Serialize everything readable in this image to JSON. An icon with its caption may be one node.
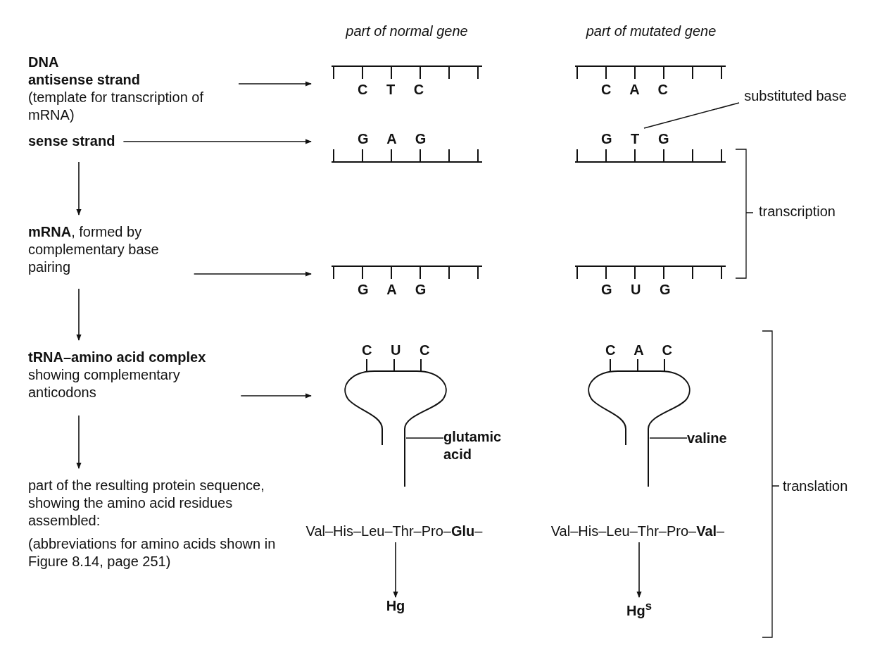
{
  "diagram": {
    "nodes": [
      {
        "text": [
          "DNA",
          "antisense strand",
          "(template for transcription of mRNA)"
        ]
      },
      {
        "text": [
          "sense strand"
        ]
      },
      {
        "text": [
          "**mRNA**, formed by complementary base pairing"
        ]
      },
      {
        "text": [
          "tRNA–amino acid complex",
          "showing complementary anticodons"
        ]
      },
      {
        "text": [
          "part of the resulting protein sequence, showing the amino acid residues assembled:",
          "(abbreviations for amino acids shown in Figure 8.14, page 251)"
        ]
      },
      {
        "text": [
          "C T C"
        ]
      },
      {
        "text": [
          "C A C"
        ]
      },
      {
        "text": [
          "G A G"
        ]
      },
      {
        "text": [
          "G T G"
        ]
      },
      {
        "text": [
          "G A G"
        ]
      },
      {
        "text": [
          "G U G"
        ]
      },
      {
        "text": [
          "C U C"
        ]
      },
      {
        "text": [
          "C A C"
        ]
      },
      {
        "text": [
          "Val–His–Leu–Thr–Pro–**Glu**–"
        ]
      },
      {
        "text": [
          "Val–His–Leu–Thr–Pro–**Val**–"
        ]
      },
      {
        "text": [
          "Hg"
        ]
      },
      {
        "text": [
          "Hg$^{s}$"
        ]
      },
      {
        "text": [
          "glutamic acid"
        ]
      },
      {
        "text": [
          "valine"
        ]
      },
      {
        "text": [
          "substituted base"
        ]
      }
    ],
    "edges": [
      {
        "from": 0,
        "to": 5,
        "arrow": "to"
      },
      {
        "from": 1,
        "to": 7,
        "arrow": "to"
      },
      {
        "from": 1,
        "to": 2,
        "arrow": "to"
      },
      {
        "from": 2,
        "to": 9,
        "arrow": "to"
      },
      {
        "from": 2,
        "to": 3,
        "arrow": "to"
      },
      {
        "from": 3,
        "to": 11,
        "arrow": "to"
      },
      {
        "from": 3,
        "to": 4,
        "arrow": "to"
      },
      {
        "from": 13,
        "to": 15,
        "arrow": "to"
      },
      {
        "from": 14,
        "to": 16,
        "arrow": "to"
      },
      {
        "from": 17,
        "to": 11,
        "arrow": "none"
      },
      {
        "from": 18,
        "to": 12,
        "arrow": "none"
      },
      {
        "from": 19,
        "to": 8,
        "arrow": "none"
      }
    ],
    "labels": [
      "part of normal gene",
      "part of mutated gene",
      "transcription",
      "translation"
    ]
  }
}
